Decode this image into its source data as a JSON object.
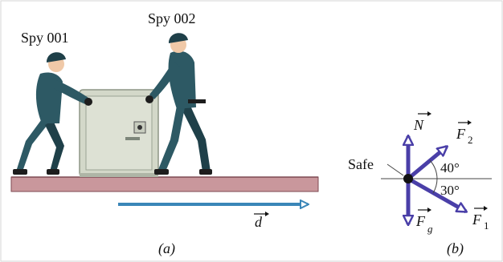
{
  "panel_a": {
    "spy1_label": "Spy 001",
    "spy2_label": "Spy 002",
    "displacement_label": "d",
    "caption": "(a)"
  },
  "panel_b": {
    "safe_label": "Safe",
    "normal_label": "N",
    "force2_label": "F",
    "force2_sub": "2",
    "force1_label": "F",
    "force1_sub": "1",
    "gravity_label": "F",
    "gravity_sub": "g",
    "angle_top": "40°",
    "angle_bottom": "30°",
    "caption": "(b)"
  },
  "colors": {
    "floor": "#c9979c",
    "floor_edge": "#7e4a52",
    "suit": "#2d5964",
    "suit_dark": "#1f4049",
    "safe": "#d3d8c9",
    "safe_edge": "#8d9686",
    "displacement_arrow": "#3a86b8",
    "vector": "#4a3fa8"
  }
}
